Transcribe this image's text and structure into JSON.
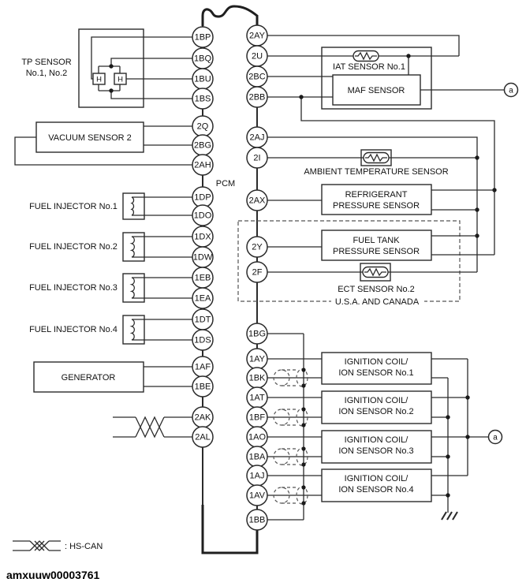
{
  "colors": {
    "line": "#2b2b2b",
    "background": "#ffffff"
  },
  "pcm": {
    "label": "PCM",
    "left_pins": [
      "1BP",
      "1BQ",
      "1BU",
      "1BS",
      "2Q",
      "2BG",
      "2AH",
      "1DP",
      "1DO",
      "1DX",
      "1DW",
      "1EB",
      "1EA",
      "1DT",
      "1DS",
      "1AF",
      "1BE",
      "2AK",
      "2AL"
    ],
    "right_pins": [
      "2AY",
      "2U",
      "2BC",
      "2BB",
      "2AJ",
      "2I",
      "2AX",
      "2Y",
      "2F",
      "1BG",
      "1AY",
      "1BK",
      "1AT",
      "1BF",
      "1AO",
      "1BA",
      "1AJ",
      "1AV",
      "1BB"
    ]
  },
  "components": {
    "tp_sensor": {
      "label_line1": "TP SENSOR",
      "label_line2": "No.1, No.2",
      "element": "H"
    },
    "vacuum_sensor": {
      "label": "VACUUM SENSOR 2"
    },
    "fuel_injectors": [
      "FUEL INJECTOR No.1",
      "FUEL INJECTOR No.2",
      "FUEL INJECTOR No.3",
      "FUEL INJECTOR No.4"
    ],
    "generator": {
      "label": "GENERATOR"
    },
    "iat_sensor": {
      "label": "IAT SENSOR No.1"
    },
    "maf_sensor": {
      "label": "MAF SENSOR"
    },
    "ambient_temp_sensor": {
      "label": "AMBIENT TEMPERATURE SENSOR"
    },
    "refrigerant_pressure_sensor": {
      "label_line1": "REFRIGERANT",
      "label_line2": "PRESSURE SENSOR"
    },
    "fuel_tank_pressure_sensor": {
      "label_line1": "FUEL TANK",
      "label_line2": "PRESSURE SENSOR"
    },
    "ect_sensor": {
      "label": "ECT SENSOR No.2"
    },
    "region_note": {
      "label": "U.S.A. AND CANADA"
    },
    "ignition_coils": [
      {
        "line1": "IGNITION COIL/",
        "line2": "ION SENSOR No.1"
      },
      {
        "line1": "IGNITION COIL/",
        "line2": "ION SENSOR No.2"
      },
      {
        "line1": "IGNITION COIL/",
        "line2": "ION SENSOR No.3"
      },
      {
        "line1": "IGNITION COIL/",
        "line2": "ION SENSOR No.4"
      }
    ]
  },
  "connector_ref": {
    "label": "a"
  },
  "legend": {
    "hs_can": ": HS-CAN"
  },
  "figure_code": "amxuuw00003761"
}
